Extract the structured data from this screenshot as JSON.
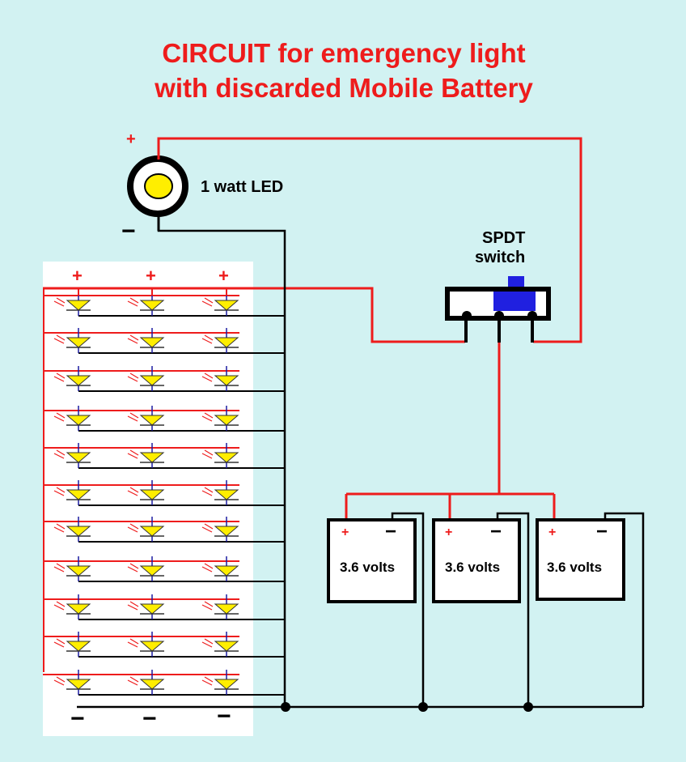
{
  "title": {
    "line1": "CIRCUIT for emergency light",
    "line2": "with discarded Mobile Battery"
  },
  "led": {
    "label": "1 watt LED",
    "plus": "+",
    "minus": "−"
  },
  "switch": {
    "label_line1": "SPDT",
    "label_line2": "switch"
  },
  "led_array": {
    "rows": 11,
    "columns": 3,
    "plus_labels": [
      "+",
      "+",
      "+"
    ],
    "minus_labels": [
      "−",
      "−",
      "−"
    ]
  },
  "batteries": [
    {
      "label": "3.6 volts",
      "plus": "+",
      "minus": "−"
    },
    {
      "label": "3.6 volts",
      "plus": "+",
      "minus": "−"
    },
    {
      "label": "3.6 volts",
      "plus": "+",
      "minus": "−"
    }
  ],
  "colors": {
    "background": "#d2f2f2",
    "title": "#ee1c1c",
    "positive_wire": "#ee1c1c",
    "negative_wire": "#000000",
    "led_body": "#ffee00",
    "switch_knob": "#2020e0",
    "panel": "#ffffff"
  }
}
